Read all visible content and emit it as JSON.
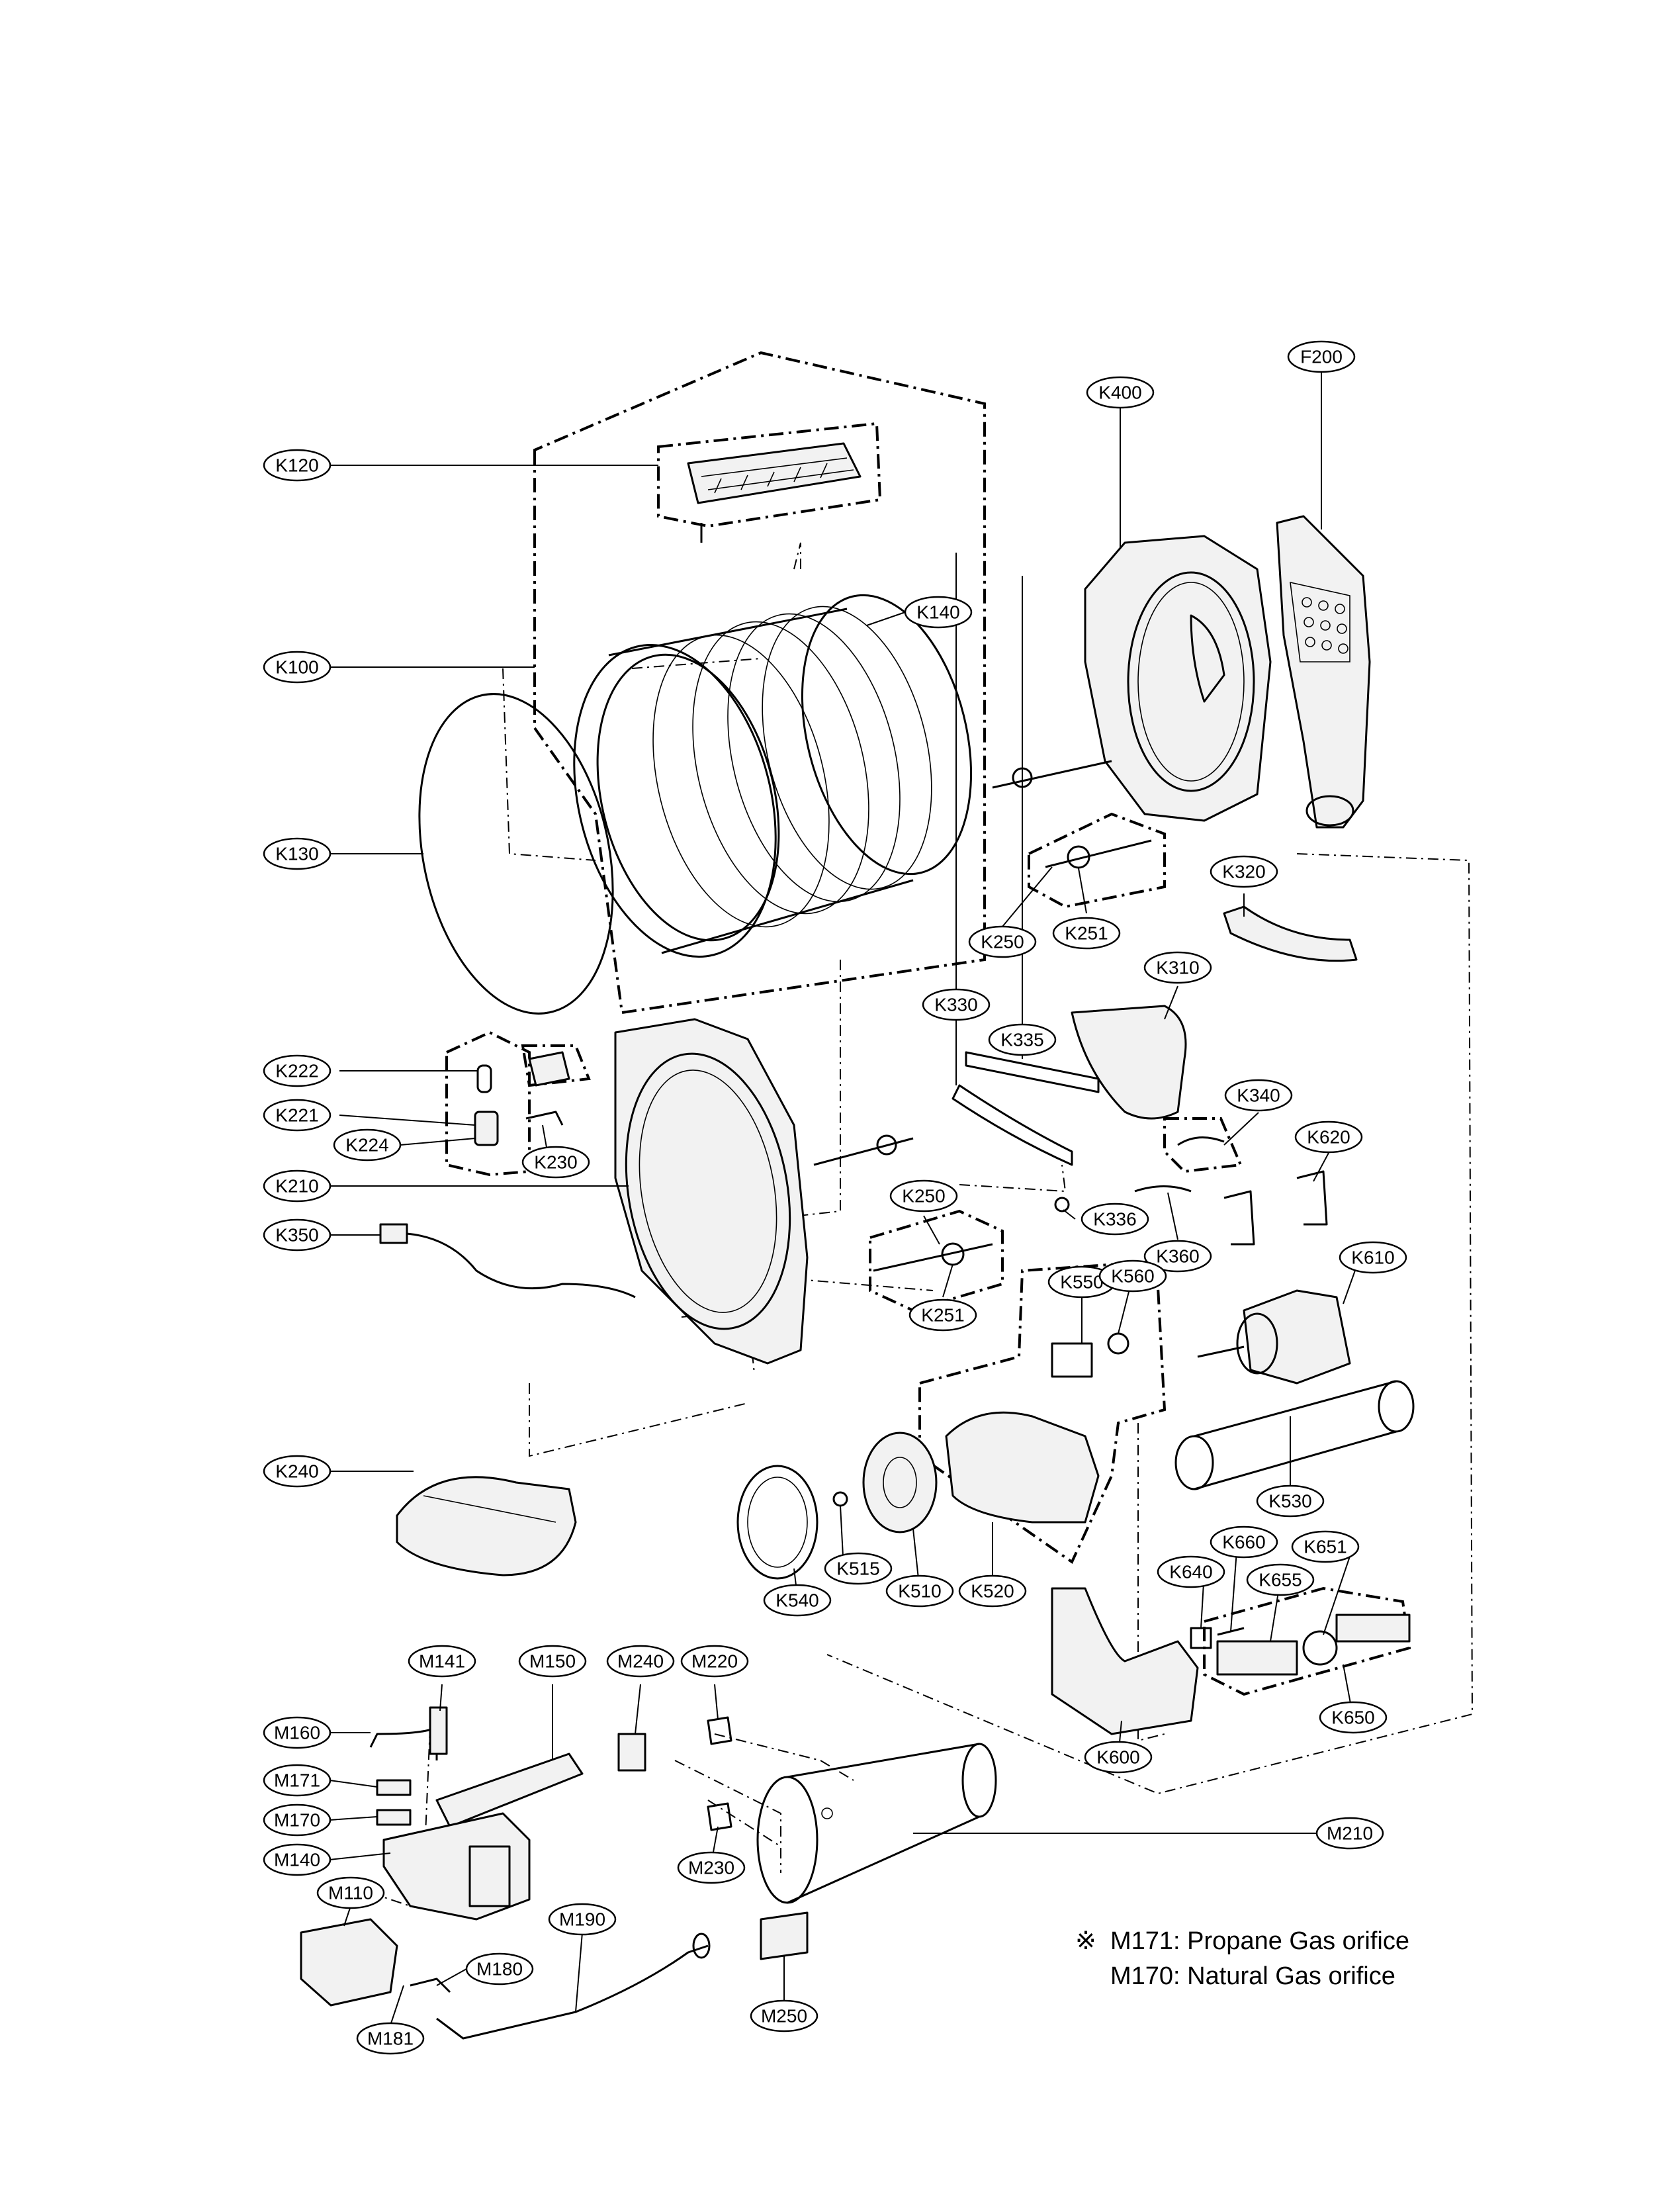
{
  "diagram": {
    "labels": [
      "K120",
      "K100",
      "K130",
      "K140",
      "K400",
      "F200",
      "K250",
      "K251",
      "K320",
      "K310",
      "K330",
      "K335",
      "K340",
      "K620",
      "K222",
      "K221",
      "K224",
      "K230",
      "K210",
      "K350",
      "K250",
      "K251",
      "K336",
      "K360",
      "K550",
      "K560",
      "K610",
      "K240",
      "K530",
      "K540",
      "K515",
      "K510",
      "K520",
      "K640",
      "K660",
      "K651",
      "K655",
      "K650",
      "K600",
      "M141",
      "M150",
      "M240",
      "M220",
      "M160",
      "M171",
      "M170",
      "M140",
      "M110",
      "M190",
      "M180",
      "M181",
      "M230",
      "M210",
      "M250"
    ],
    "note": {
      "symbol": "※",
      "line1": "M171: Propane Gas orifice",
      "line2": "M170: Natural Gas orifice"
    }
  }
}
